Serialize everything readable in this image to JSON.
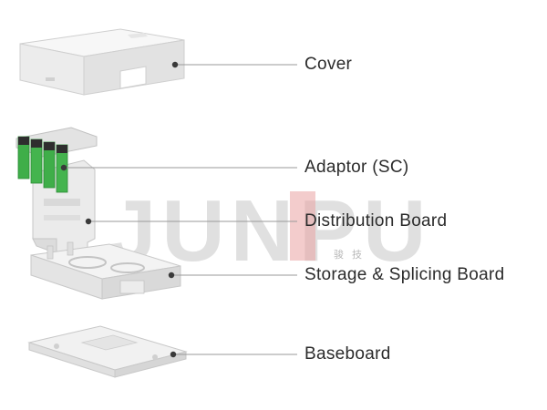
{
  "watermark": {
    "brand": "JUNPU",
    "sub_glyphs": "骏 技",
    "colors": {
      "gray": "#c9c9c9",
      "red": "#e58a8a"
    }
  },
  "parts": [
    {
      "id": "cover",
      "label": "Cover"
    },
    {
      "id": "adaptor",
      "label": "Adaptor (SC)"
    },
    {
      "id": "distribution-board",
      "label": "Distribution Board"
    },
    {
      "id": "storage-splicing-board",
      "label": "Storage & Splicing Board"
    },
    {
      "id": "baseboard",
      "label": "Baseboard"
    }
  ],
  "colors": {
    "leader_line": "#9a9a9a",
    "marker_dot": "#3a3a3a",
    "adaptor_green": "#3fae49",
    "adaptor_dark": "#2e2e2e",
    "part_fill": "#efefef",
    "part_edge": "#bdbdbd"
  }
}
